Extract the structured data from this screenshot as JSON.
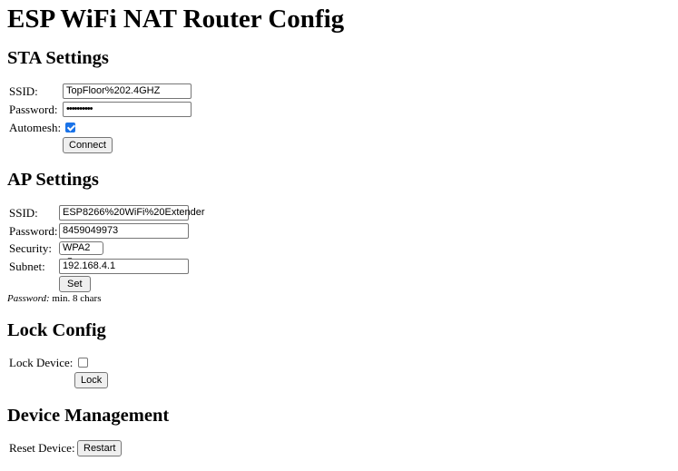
{
  "page": {
    "title": "ESP WiFi NAT Router Config"
  },
  "sta": {
    "heading": "STA Settings",
    "ssid_label": "SSID:",
    "ssid_value": "TopFloor%202.4GHZ",
    "password_label": "Password:",
    "password_value": "••••••••••",
    "automesh_label": "Automesh:",
    "automesh_checked": true,
    "connect_label": "Connect"
  },
  "ap": {
    "heading": "AP Settings",
    "ssid_label": "SSID:",
    "ssid_value": "ESP8266%20WiFi%20Extender",
    "password_label": "Password:",
    "password_value": "8459049973",
    "security_label": "Security:",
    "security_value": "WPA2",
    "subnet_label": "Subnet:",
    "subnet_value": "192.168.4.1",
    "set_label": "Set",
    "note_italic": "Password:",
    "note_text": " min. 8 chars"
  },
  "lock": {
    "heading": "Lock Config",
    "device_label": "Lock Device:",
    "device_checked": false,
    "lock_label": "Lock"
  },
  "device": {
    "heading": "Device Management",
    "reset_label": "Reset Device:",
    "restart_label": "Restart"
  }
}
